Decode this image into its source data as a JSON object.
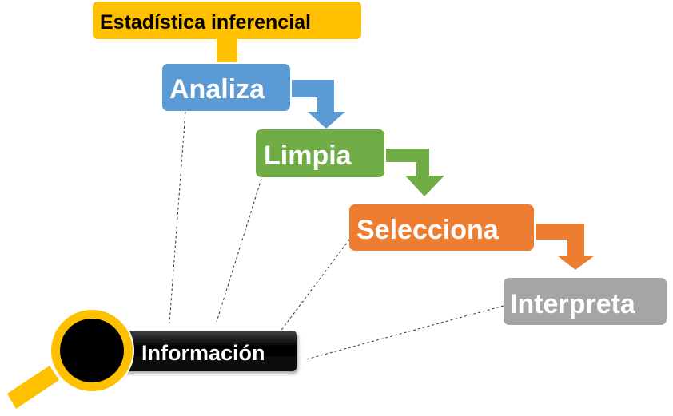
{
  "title": "Estadística inferencial",
  "steps": [
    {
      "label": "Analiza",
      "color": "#5B9BD5"
    },
    {
      "label": "Limpia",
      "color": "#70AD47"
    },
    {
      "label": "Selecciona",
      "color": "#ED7D31"
    },
    {
      "label": "Interpreta",
      "color": "#A5A5A5"
    }
  ],
  "source": {
    "label": "Información",
    "icon": "magnifier-icon"
  },
  "colors": {
    "title_bg": "#FFC000",
    "magnifier": "#FFC000",
    "source_bg": "#000000"
  }
}
